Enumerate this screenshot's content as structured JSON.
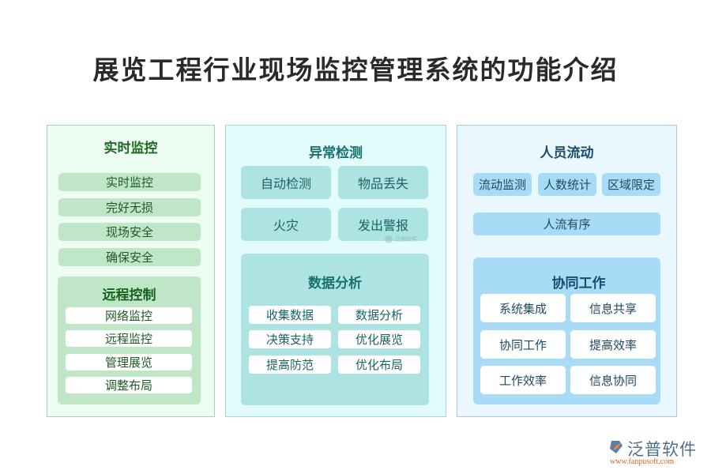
{
  "title": "展览工程行业现场监控管理系统的功能介绍",
  "colors": {
    "green_panel_bg": "#eefdf2",
    "green_item_bg": "#c0e6c8",
    "teal_panel_bg": "#e2fbfb",
    "teal_item_bg": "#ade3e2",
    "blue_panel_bg": "#eaf7fe",
    "blue_item_bg": "#a8dcf6"
  },
  "panels": {
    "realtime": {
      "title": "实时监控",
      "items": [
        "实时监控",
        "完好无损",
        "现场安全",
        "确保安全"
      ],
      "sub": {
        "title": "远程控制",
        "items": [
          "网络监控",
          "远程监控",
          "管理展览",
          "调整布局"
        ]
      }
    },
    "anomaly": {
      "title": "异常检测",
      "items": [
        "自动检测",
        "物品丢失",
        "火灾",
        "发出警报"
      ],
      "sub": {
        "title": "数据分析",
        "items": [
          "收集数据",
          "数据分析",
          "决策支持",
          "优化展览",
          "提高防范",
          "优化布局"
        ]
      }
    },
    "people": {
      "title": "人员流动",
      "items": [
        "流动监测",
        "人数统计",
        "区域限定"
      ],
      "wide_item": "人流有序",
      "sub": {
        "title": "协同工作",
        "items": [
          "系统集成",
          "信息共享",
          "协同工作",
          "提高效率",
          "工作效率",
          "信息协同"
        ]
      }
    }
  },
  "watermark": {
    "text": "泛普软件"
  },
  "logo": {
    "name": "泛普软件",
    "url": "www.fanpusoft.com",
    "icon": "fanpu-logo-icon"
  }
}
